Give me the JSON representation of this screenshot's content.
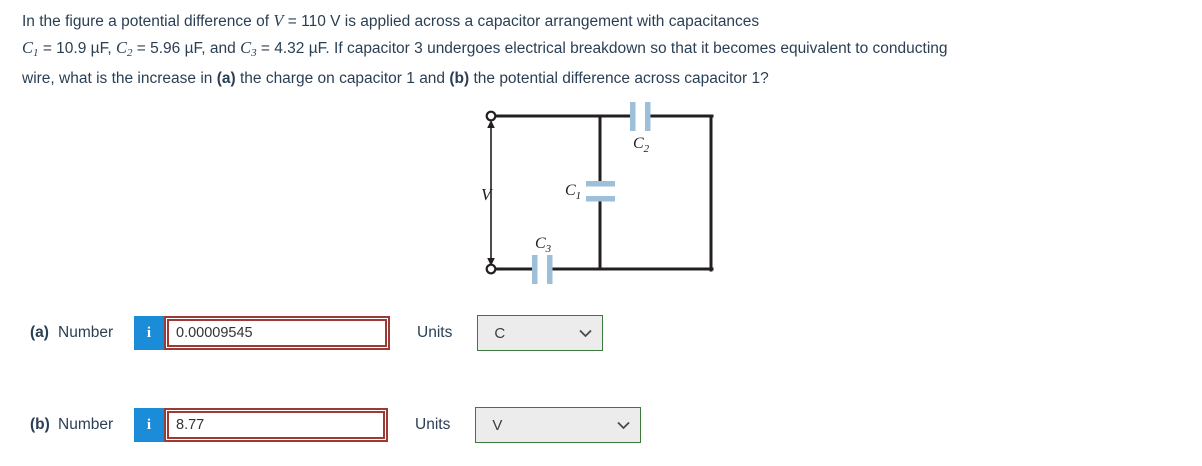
{
  "problem": {
    "line1_pre": "In the figure a potential difference of ",
    "v_symbol": "V",
    "line1_mid": " = 110 V is applied across a capacitor arrangement with capacitances",
    "c1_symbol": "C",
    "c1_sub": "1",
    "c1_value": " = 10.9 µF, ",
    "c2_symbol": "C",
    "c2_sub": "2",
    "c2_value": " = 5.96 µF, and ",
    "c3_symbol": "C",
    "c3_sub": "3",
    "c3_value": " = 4.32 µF. If capacitor 3 undergoes electrical breakdown so that it becomes equivalent to conducting",
    "line3_pre": "wire, what is the increase in ",
    "label_a": "(a)",
    "line3_mid": " the charge on capacitor 1 and ",
    "label_b": "(b)",
    "line3_post": " the potential difference across capacitor 1?"
  },
  "figure": {
    "source_label": "V",
    "cap1_label": "C",
    "cap1_sub": "1",
    "cap2_label": "C",
    "cap2_sub": "2",
    "cap3_label": "C",
    "cap3_sub": "3",
    "wire_color": "#231f20",
    "plate_color": "#9dbfd9"
  },
  "answers": {
    "row_a": {
      "letter": "(a)",
      "number_label": "Number",
      "info_icon": "i",
      "value": "0.00009545",
      "placeholder": "",
      "units_label": "Units",
      "unit_value": "C",
      "chevron": "⌄"
    },
    "row_b": {
      "letter": "(b)",
      "number_label": "Number",
      "info_icon": "i",
      "value": "8.77",
      "placeholder": "",
      "units_label": "Units",
      "unit_value": "V",
      "chevron": "⌄"
    }
  },
  "colors": {
    "text": "#2a3f54",
    "info_button": "#1a8cd8",
    "input_border": "#9c3a35",
    "select_border": "#3c7a3c",
    "select_background": "#ececec",
    "capacitor_plate": "#9dbfd9"
  }
}
